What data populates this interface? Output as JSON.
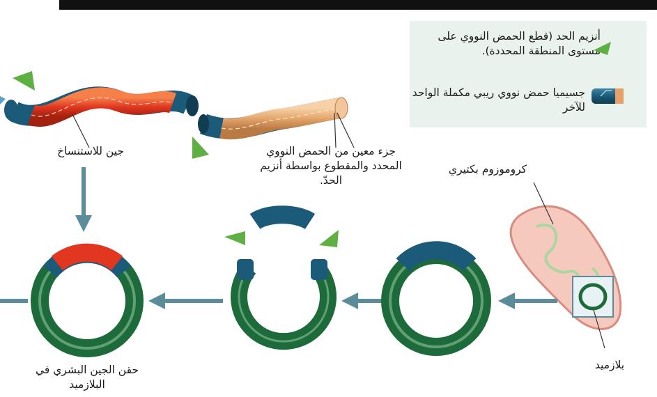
{
  "legend": {
    "restriction_enzyme": "أنزيم الحد (قطع الحمض النووي على مستوى المنطقة المحددة).",
    "rna_particle": "جسيميا حمض نووي ريبي مكملة الواحد للآخر"
  },
  "labels": {
    "cloning_gene": "جين للاستنساخ",
    "dna_fragment": "جزء معين من الحمض النووي المحدد والمقطوع بواسطة أنزيم الحدّ.",
    "bacterial_chromosome": "كروموزوم بكتيري",
    "plasmid": "بلازميد",
    "gene_insertion": "حقن الجين البشري في البلازميد"
  },
  "colors": {
    "legend_bg": "#eaf2ee",
    "enzyme": "#5fb043",
    "plasmid_ring": "#2e7d4c",
    "plasmid_cut_end": "#1f5f7a",
    "gene_red": "#e2492a",
    "fragment_tan": "#e9b07a",
    "arrow": "#5a8c9a",
    "bacterium": "#f6c9bf",
    "chromosome": "#a8d8a0"
  }
}
